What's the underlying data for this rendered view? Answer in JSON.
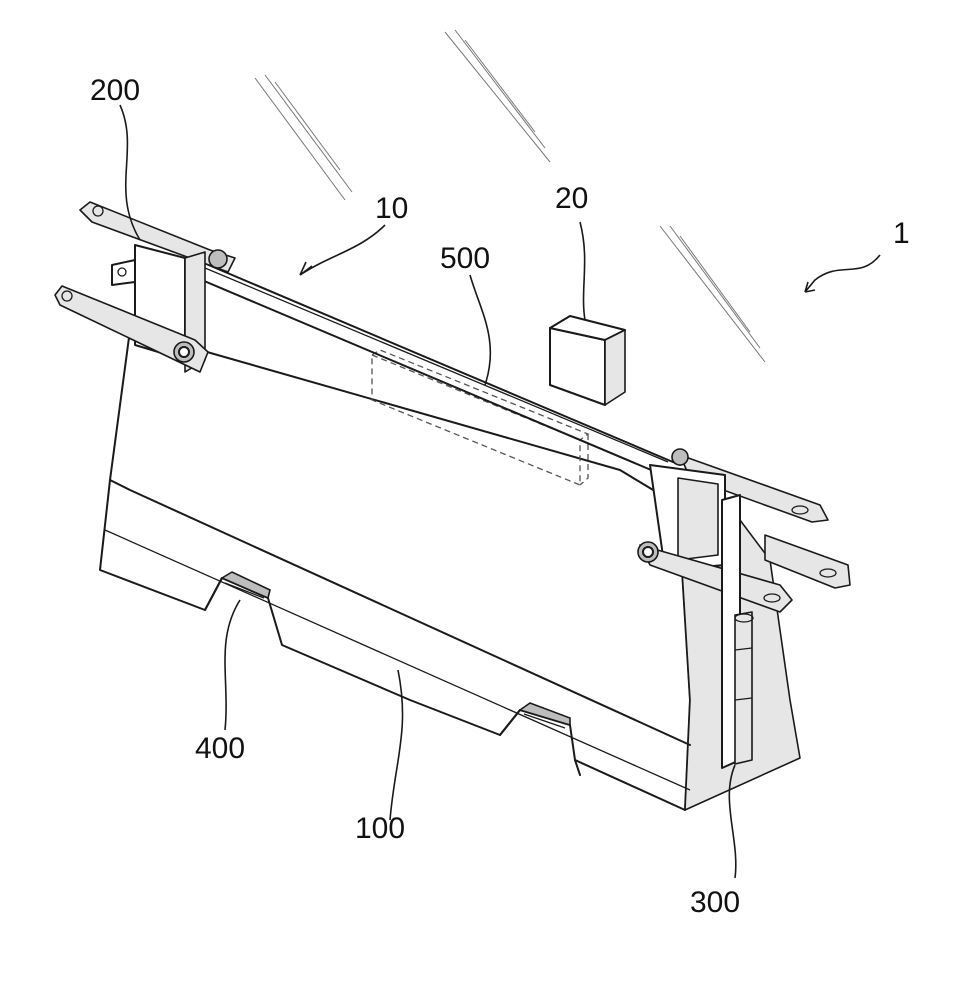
{
  "figure": {
    "labels": {
      "system": "1",
      "rail": "10",
      "box": "20",
      "barrier": "100",
      "arm_assembly": "200",
      "post": "300",
      "foot_bracket": "400",
      "inner_module": "500"
    }
  }
}
